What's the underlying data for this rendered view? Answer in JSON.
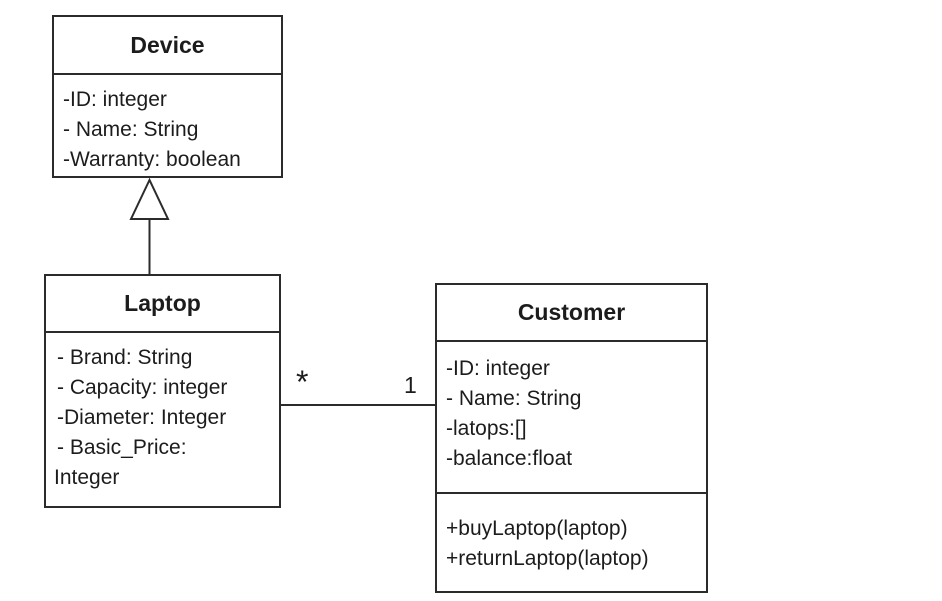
{
  "diagram": {
    "type": "uml-class-diagram",
    "colors": {
      "background": "#ffffff",
      "stroke": "#2b2b2b",
      "text": "#1c1c1c"
    },
    "classes": [
      {
        "name": "Device",
        "attribute_lines": [
          "-ID: integer",
          "- Name: String",
          "-Warranty: boolean"
        ],
        "method_lines": []
      },
      {
        "name": "Laptop",
        "attribute_lines": [
          "- Brand: String",
          "- Capacity: integer",
          "-Diameter: Integer",
          "- Basic_Price:",
          "Integer"
        ],
        "method_lines": []
      },
      {
        "name": "Customer",
        "attribute_lines": [
          "-ID: integer",
          "- Name: String",
          "-latops:[]",
          "-balance:float"
        ],
        "method_lines": [
          "+buyLaptop(laptop)",
          "+returnLaptop(laptop)"
        ]
      }
    ],
    "relationships": [
      {
        "type": "generalization",
        "from": "Laptop",
        "to": "Device"
      },
      {
        "type": "association",
        "from": "Laptop",
        "to": "Customer",
        "labels": {
          "near_laptop": "*",
          "near_customer": "1"
        }
      }
    ]
  }
}
